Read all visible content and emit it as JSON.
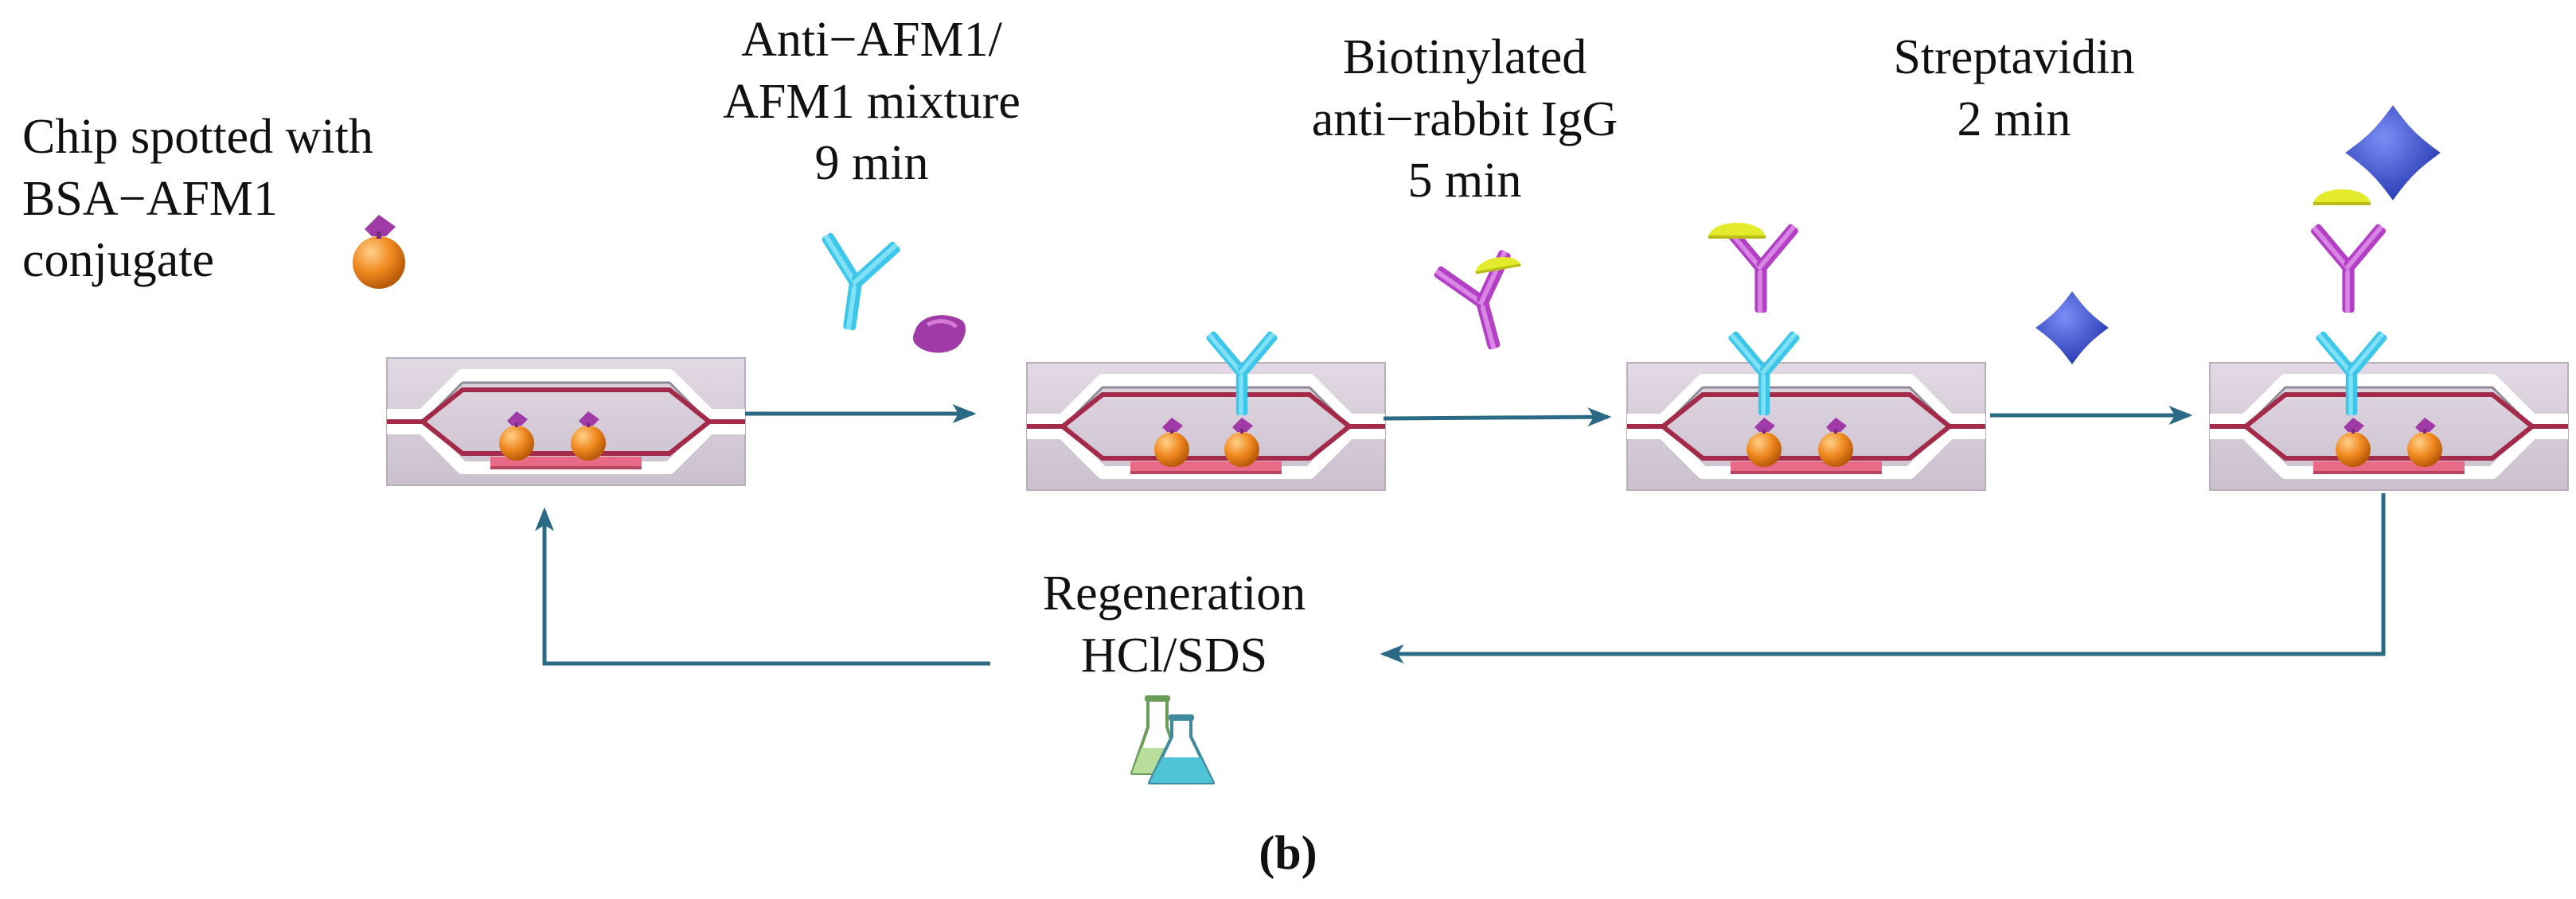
{
  "steps": [
    {
      "lines": [
        "Chip spotted with",
        "BSA−AFM1",
        "conjugate"
      ]
    },
    {
      "lines": [
        "Anti−AFM1/",
        "AFM1 mixture",
        "9 min"
      ]
    },
    {
      "lines": [
        "Biotinylated",
        "anti−rabbit IgG",
        "5 min"
      ]
    },
    {
      "lines": [
        "Streptavidin",
        "2 min"
      ]
    }
  ],
  "regeneration": {
    "lines": [
      "Regeneration",
      "HCl/SDS"
    ]
  },
  "panel_label": "(b)",
  "colors": {
    "arrow": "#2b6a85",
    "antibody_primary": "#3cc6ea",
    "antibody_secondary": "#b23fc4",
    "biotin": "#e4ea2c",
    "streptavidin": "#3a4fcf",
    "afm1": "#a03aa6",
    "bsa_bead": "#f08a20",
    "waveguide_red": "#a32a48",
    "chip_bg": "#d6ccd8"
  },
  "icons": {
    "afm1": "afm1-molecule-icon",
    "bsa_bead": "bsa-bead-icon",
    "antibody": "antibody-icon",
    "biotin_cap": "biotin-icon",
    "streptavidin": "streptavidin-icon",
    "flasks": "lab-flasks-icon"
  }
}
